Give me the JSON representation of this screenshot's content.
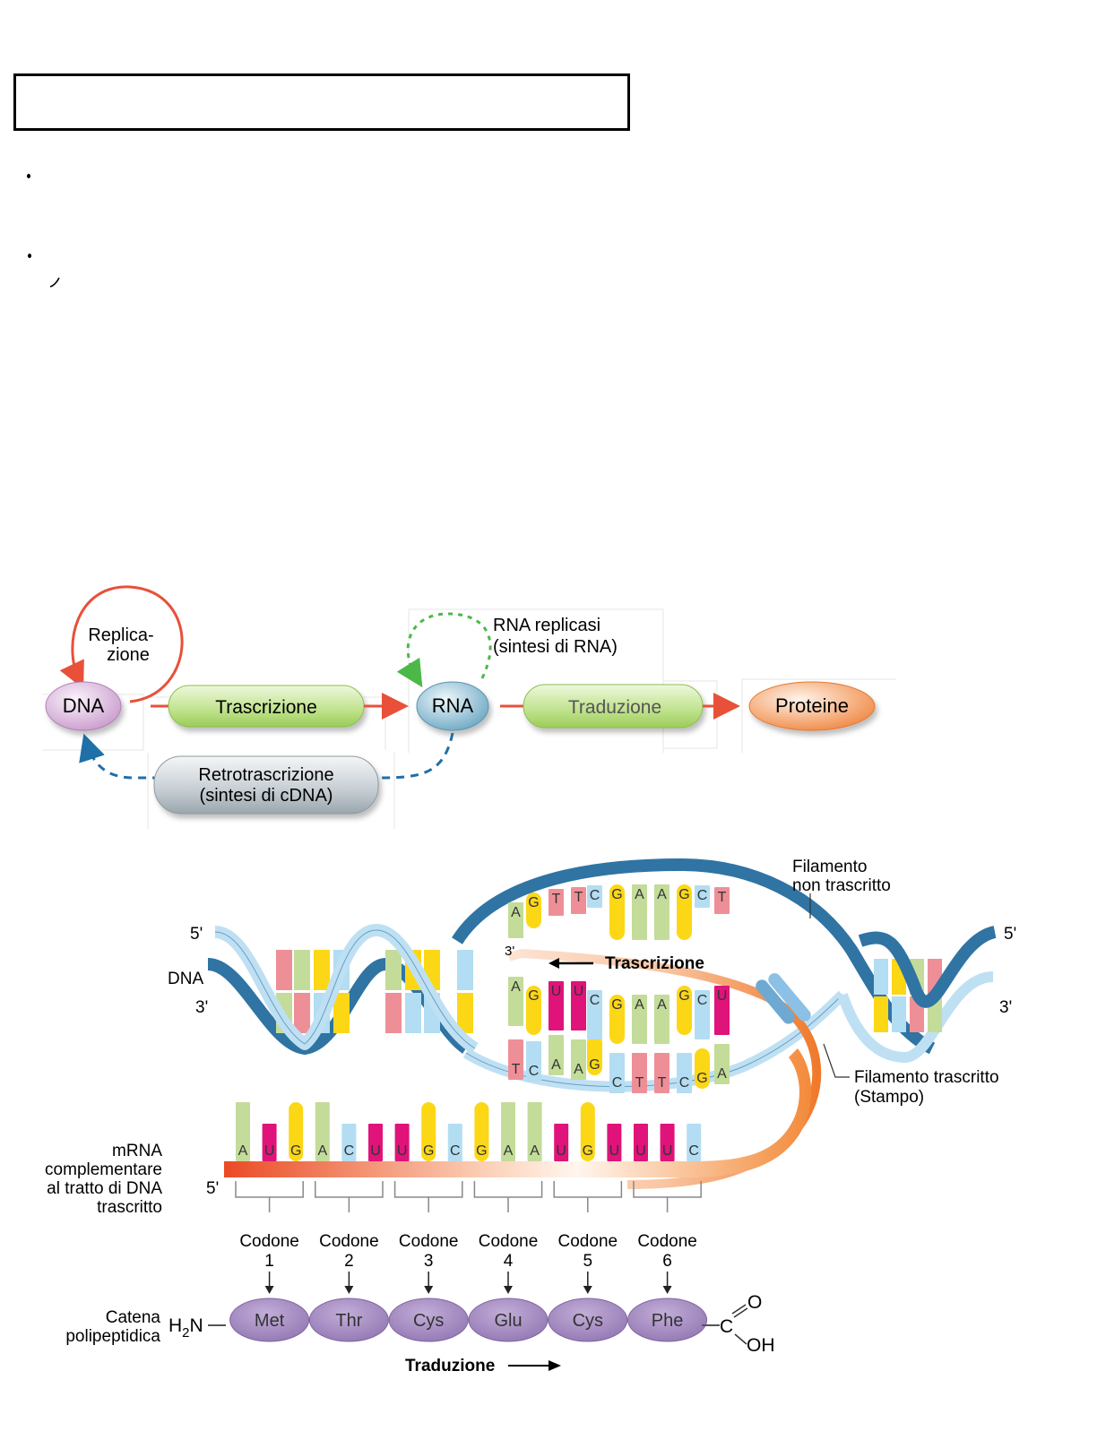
{
  "page": {
    "title_box_text": "",
    "bullets": [
      "",
      ""
    ]
  },
  "flow_diagram": {
    "nodes": {
      "dna": "DNA",
      "rna": "RNA",
      "proteins": "Proteine"
    },
    "processes": {
      "replication_line1": "Replica-",
      "replication_line2": "zione",
      "transcription": "Trascrizione",
      "translation": "Traduzione",
      "rna_replicase_line1": "RNA replicasi",
      "rna_replicase_line2": "(sintesi di RNA)",
      "reverse_transcription_line1": "Retrotrascrizione",
      "reverse_transcription_line2": "(sintesi di cDNA)"
    },
    "colors": {
      "solid_arrow": "#e8503a",
      "rna_replicase_arrow": "#4cb848",
      "reverse_arrow": "#1f6fa8",
      "dna_node": "#d9b3dc",
      "rna_node": "#8cc0d4",
      "protein_node": "#f5a06a",
      "process_green": "#b5dd7e",
      "process_gray": "#b8c2c8"
    }
  },
  "dna_diagram": {
    "labels": {
      "dna": "DNA",
      "five_prime_left": "5'",
      "three_prime_left": "3'",
      "five_prime_right": "5'",
      "three_prime_right": "3'",
      "rna_three_prime": "3'",
      "transcription": "Trascrizione",
      "non_template_line1": "Filamento",
      "non_template_line2": "non trascritto",
      "template_line1": "Filamento trascritto",
      "template_line2": "(Stampo)",
      "mrna_line1": "mRNA",
      "mrna_line2": "complementare",
      "mrna_line3": "al tratto di DNA",
      "mrna_line4": "trascritto",
      "mrna_five_prime": "5'",
      "chain_line1": "Catena",
      "chain_line2": "polipeptidica",
      "n_terminus": "H2N",
      "c_terminus_c": "C",
      "c_terminus_o": "O",
      "c_terminus_oh": "OH",
      "translation": "Traduzione"
    },
    "non_template_strand": [
      "A",
      "G",
      "T",
      "T",
      "C",
      "G",
      "A",
      "A",
      "G",
      "C",
      "T"
    ],
    "rna_in_bubble": [
      "A",
      "G",
      "U",
      "U",
      "C",
      "G",
      "A",
      "A",
      "G",
      "C",
      "U"
    ],
    "template_strand": [
      "T",
      "C",
      "A",
      "A",
      "G",
      "C",
      "T",
      "T",
      "C",
      "G",
      "A"
    ],
    "mrna": [
      "A",
      "U",
      "G",
      "A",
      "C",
      "U",
      "U",
      "G",
      "C",
      "G",
      "A",
      "A",
      "U",
      "G",
      "U",
      "U",
      "U",
      "C"
    ],
    "codons": [
      {
        "label": "Codone",
        "number": "1",
        "amino_acid": "Met"
      },
      {
        "label": "Codone",
        "number": "2",
        "amino_acid": "Thr"
      },
      {
        "label": "Codone",
        "number": "3",
        "amino_acid": "Cys"
      },
      {
        "label": "Codone",
        "number": "4",
        "amino_acid": "Glu"
      },
      {
        "label": "Codone",
        "number": "5",
        "amino_acid": "Cys"
      },
      {
        "label": "Codone",
        "number": "6",
        "amino_acid": "Phe"
      }
    ],
    "base_colors": {
      "A": "#c3dc9a",
      "G": "#fcd716",
      "T": "#ee8f98",
      "C": "#b3ddf2",
      "U": "#e0137a"
    },
    "colors": {
      "backbone_dark": "#2f74a3",
      "backbone_light": "#bfe0f3",
      "mrna_start": "#ea4b25",
      "mrna_mid": "#fff2e6",
      "mrna_end": "#f38a3a",
      "amino_acid": "#a58bc0"
    }
  }
}
